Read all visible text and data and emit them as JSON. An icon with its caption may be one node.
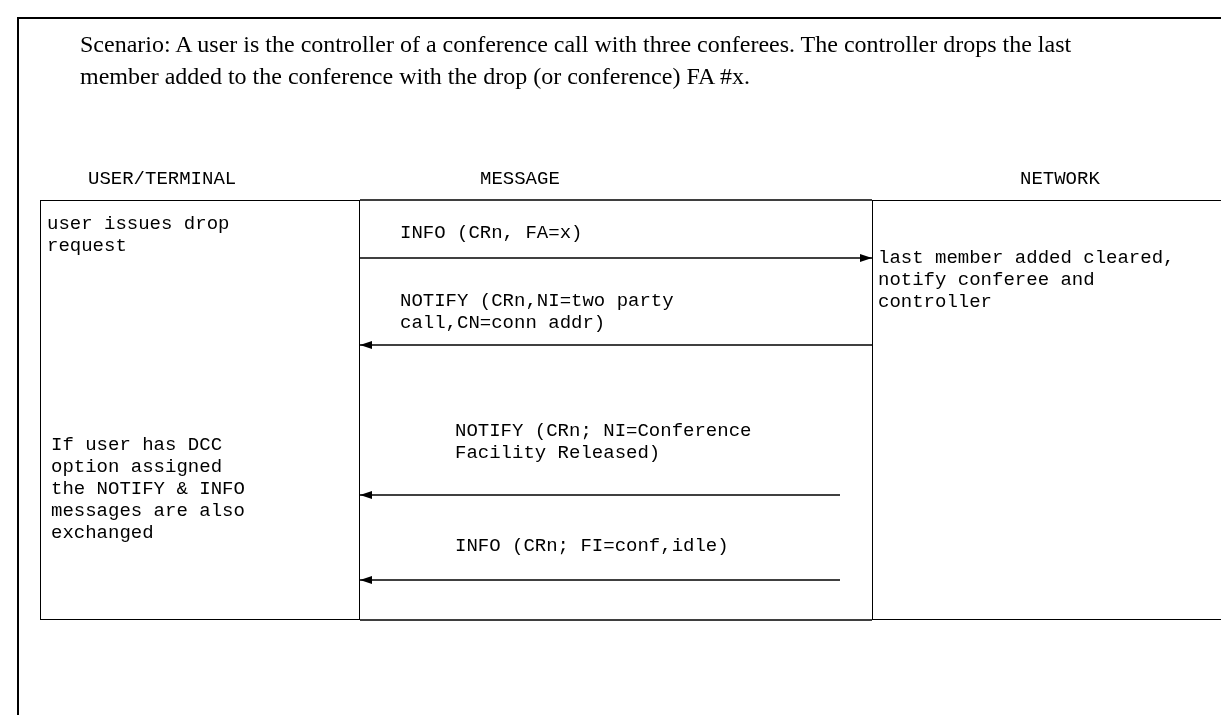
{
  "diagram": {
    "nodes": [
      {
        "text": [
          "user issues drop request"
        ]
      },
      {
        "text": [
          "If user has DCC option assigned the NOTIFY & INFO messages are also exchanged"
        ]
      },
      {
        "text": [
          "last member added cleared, notify conferee and controller"
        ]
      }
    ],
    "edges": [
      {
        "from": 0,
        "to": 2,
        "arrow": "to",
        "label": "INFO (CRn, FA=x)"
      },
      {
        "from": 2,
        "to": 0,
        "arrow": "to",
        "label": "NOTIFY (CRn,NI=two party call,CN=conn addr)"
      },
      {
        "from": null,
        "to": 1,
        "arrow": "to",
        "label": "NOTIFY (CRn; NI=Conference Facility Released)"
      },
      {
        "from": null,
        "to": 1,
        "arrow": "to",
        "label": "INFO (CRn; FI=conf,idle)"
      }
    ],
    "labels": [
      "Scenario: A user is the controller of a conference call with three conferees. The controller drops the last member added to the conference with the drop (or conference) FA #x.",
      "USER/TERMINAL",
      "MESSAGE",
      "NETWORK"
    ]
  }
}
